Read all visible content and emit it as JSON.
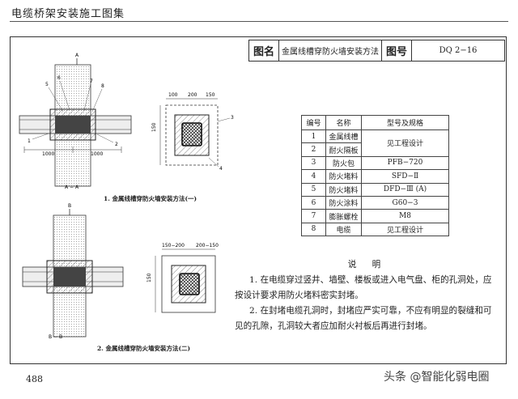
{
  "header": {
    "book_title": "电缆桥架安装施工图集"
  },
  "title_block": {
    "label_name": "图名",
    "name": "金属线槽穿防火墙安装方法",
    "label_code": "图号",
    "code": "DQ 2−16"
  },
  "parts_table": {
    "headers": [
      "编号",
      "名称",
      "型号及规格"
    ],
    "rows": [
      [
        "1",
        "金属线槽",
        "见工程设计"
      ],
      [
        "2",
        "耐火隔板",
        ""
      ],
      [
        "3",
        "防火包",
        "PFB−720"
      ],
      [
        "4",
        "防火堵料",
        "SFD−Ⅱ"
      ],
      [
        "5",
        "防火堵料",
        "DFD−Ⅲ (A)"
      ],
      [
        "6",
        "防火涂料",
        "G60−3"
      ],
      [
        "7",
        "膨胀螺栓",
        "M8"
      ],
      [
        "8",
        "电缆",
        "见工程设计"
      ]
    ]
  },
  "notes": {
    "title": "说 明",
    "items": [
      "1. 在电缆穿过竖井、墙壁、楼板或进入电气盘、柜的孔洞处，应按设计要求用防火堵料密实封堵。",
      "2. 在封堵电缆孔洞时，封堵应严实可靠，不应有明显的裂缝和可见的孔隙，孔洞较大者应加耐火衬板后再进行封堵。"
    ]
  },
  "captions": {
    "fig1": "1. 金属线槽穿防火墙安装方法(一)",
    "fig2": "2. 金属线槽穿防火墙安装方法(二)"
  },
  "drawing_labels": {
    "section_aa": "A − A",
    "section_bb": "B − B",
    "dim_1000": "1000",
    "dim_1000b": "1000",
    "dim_100": "100",
    "dim_200": "200",
    "dim_150a": "150",
    "dim_150b": "150",
    "dim_150c": "150",
    "dim_200_150": "200−150",
    "dim_150_200": "150−200",
    "tag_1": "1",
    "tag_2": "2",
    "tag_3": "3",
    "tag_4": "4",
    "tag_5": "5",
    "tag_6": "6",
    "tag_7": "7",
    "tag_8": "8",
    "marker_a": "A",
    "marker_b": "B"
  },
  "page_number": "488",
  "watermark": "头条 @智能化弱电圈"
}
